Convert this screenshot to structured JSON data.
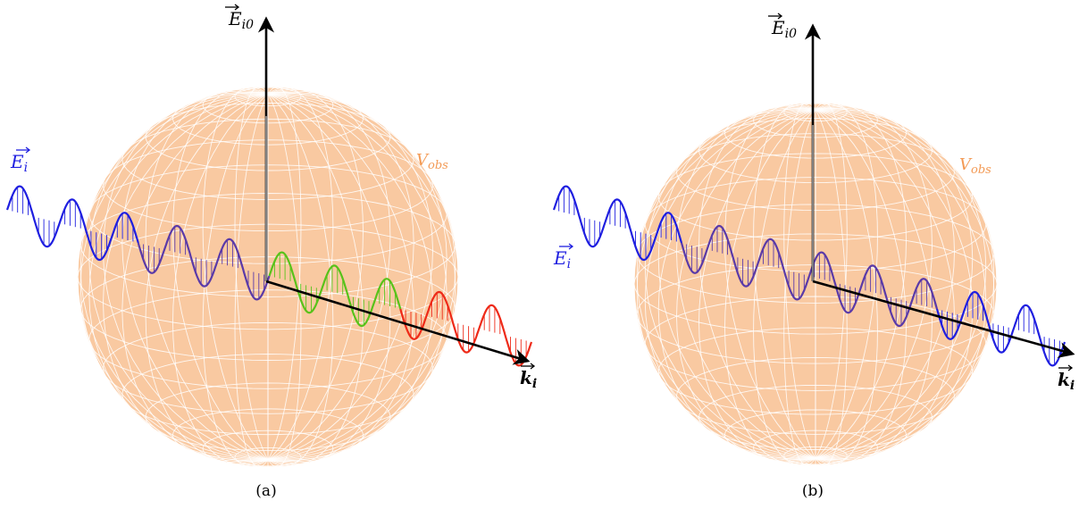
{
  "colors": {
    "sphere": "#f9c9a1",
    "grid": "#ffffff",
    "blue": "#1f1fe0",
    "purple": "#5a3aa8",
    "green": "#58c21a",
    "red": "#ee2a18",
    "vobs": "#f39a55",
    "axis": "#000000"
  },
  "panels": [
    {
      "caption": "(a)",
      "label_e0": "E",
      "label_e0_sub": "i0",
      "label_ei": "E",
      "label_ei_sub": "i",
      "label_k": "k",
      "label_k_sub": "i",
      "label_vobs": "V",
      "label_vobs_sub": "obs",
      "wave_segments": [
        "blue",
        "purple",
        "green",
        "red"
      ]
    },
    {
      "caption": "(b)",
      "label_e0": "E",
      "label_e0_sub": "i0",
      "label_ei": "E",
      "label_ei_sub": "i",
      "label_k": "k",
      "label_k_sub": "i",
      "label_vobs": "V",
      "label_vobs_sub": "obs",
      "wave_segments": [
        "blue",
        "purple",
        "purple",
        "blue"
      ]
    }
  ]
}
